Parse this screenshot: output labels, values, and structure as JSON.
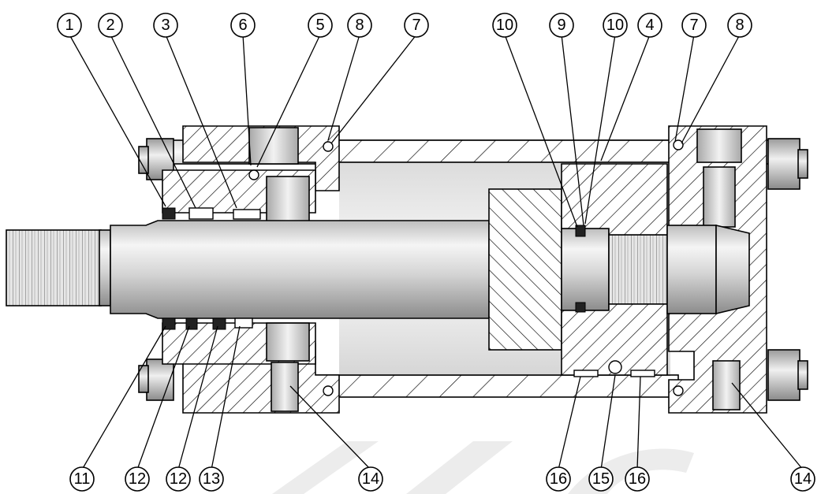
{
  "diagram": {
    "callouts_top": [
      "1",
      "2",
      "3",
      "6",
      "5",
      "8",
      "7",
      "10",
      "9",
      "10",
      "4",
      "7",
      "8"
    ],
    "callouts_bottom": [
      "11",
      "12",
      "12",
      "13",
      "14",
      "16",
      "15",
      "16",
      "14"
    ],
    "colors": {
      "line": "#000000",
      "hatch_background": "#ffffff",
      "metal_light": "#f2f2f2",
      "metal_mid": "#cfcfcf",
      "metal_dark": "#8a8a8a",
      "watermark": "#ededed"
    }
  }
}
